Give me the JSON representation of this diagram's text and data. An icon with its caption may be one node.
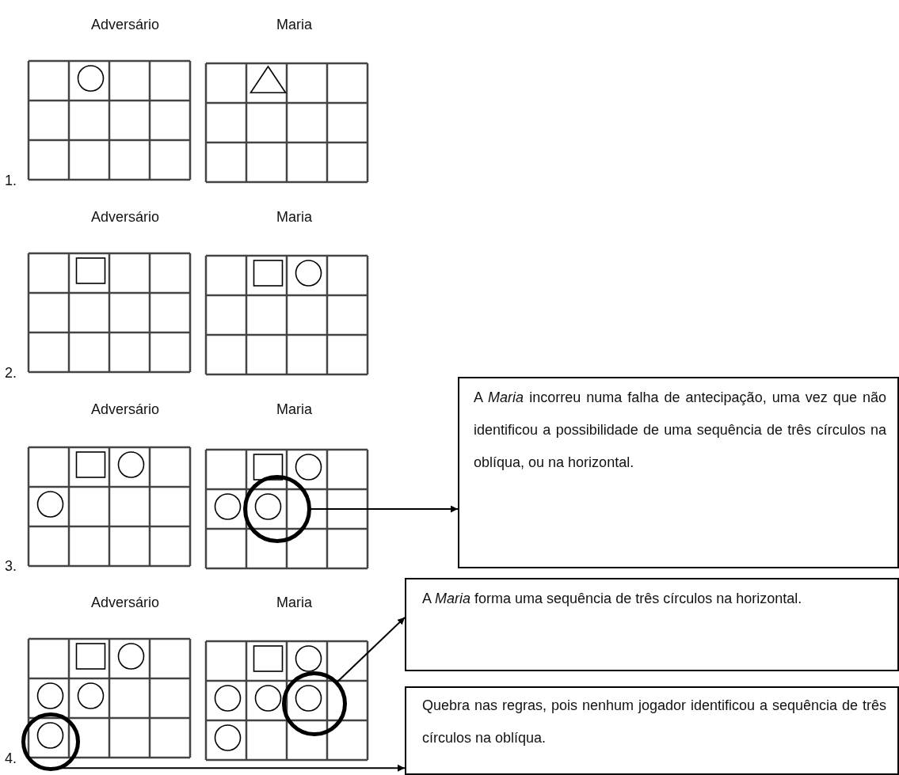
{
  "diagram": {
    "nodes": [
      {
        "text": [
          "A *Maria* incorreu numa falha de antecipação, uma vez que não identificou a possibilidade de uma sequência de três círculos na oblíqua, ou na horizontal."
        ]
      },
      {
        "text": [
          "A *Maria* forma uma sequência de três círculos na horizontal."
        ]
      },
      {
        "text": [
          "Quebra nas regras, pois nenhum jogador identificou a sequência de três círculos na oblíqua."
        ]
      },
      {
        "text": [],
        "shape": "circle"
      },
      {
        "text": [],
        "shape": "circle"
      },
      {
        "text": [],
        "shape": "circle"
      }
    ],
    "edges": [
      {
        "from": 3,
        "to": 0,
        "arrow": "to"
      },
      {
        "from": 4,
        "to": 1,
        "arrow": "to"
      },
      {
        "from": 5,
        "to": 2,
        "arrow": "to"
      }
    ],
    "labels": [
      "Adversário",
      "Maria",
      "1.",
      "Adversário",
      "Maria",
      "2.",
      "Adversário",
      "Maria",
      "3.",
      "Adversário",
      "Maria",
      "4."
    ]
  }
}
